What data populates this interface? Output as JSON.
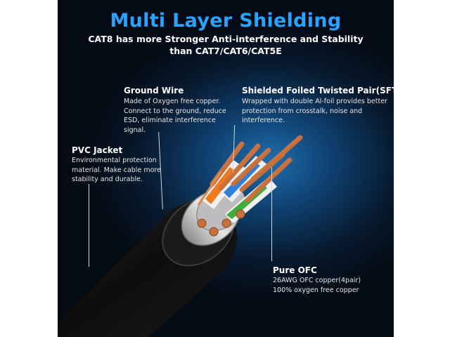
{
  "title": "Multi Layer Shielding",
  "subtitle_line1": "CAT8 has more Stronger Anti-interference and Stability",
  "subtitle_line2": "than CAT7/CAT6/CAT5E",
  "ground_wire": {
    "title": "Ground Wire",
    "desc": [
      "Made of Oxygen free copper.",
      "Connect to the ground, reduce",
      "ESD, eliminate interference",
      "signal."
    ]
  },
  "sftp": {
    "title": "Shielded Foiled Twisted Pair(SFTP)",
    "desc": [
      "Wrapped with double Al-foil provides better",
      "protection from crosstalk, noise and",
      "interference."
    ]
  },
  "pvc": {
    "title": "PVC Jacket",
    "desc": [
      "Environmental protection",
      "material. Make cable more",
      "stability and durable."
    ]
  },
  "ofc": {
    "title": "Pure OFC",
    "desc": [
      "26AWG OFC copper(4pair)",
      "100% oxygen free copper"
    ]
  },
  "colors": {
    "title_blue": "#2aa3ff",
    "pair_orange": "#f07a1c",
    "pair_blue": "#2d7fd8",
    "pair_green": "#3fae3a",
    "copper": "#c8713f"
  }
}
